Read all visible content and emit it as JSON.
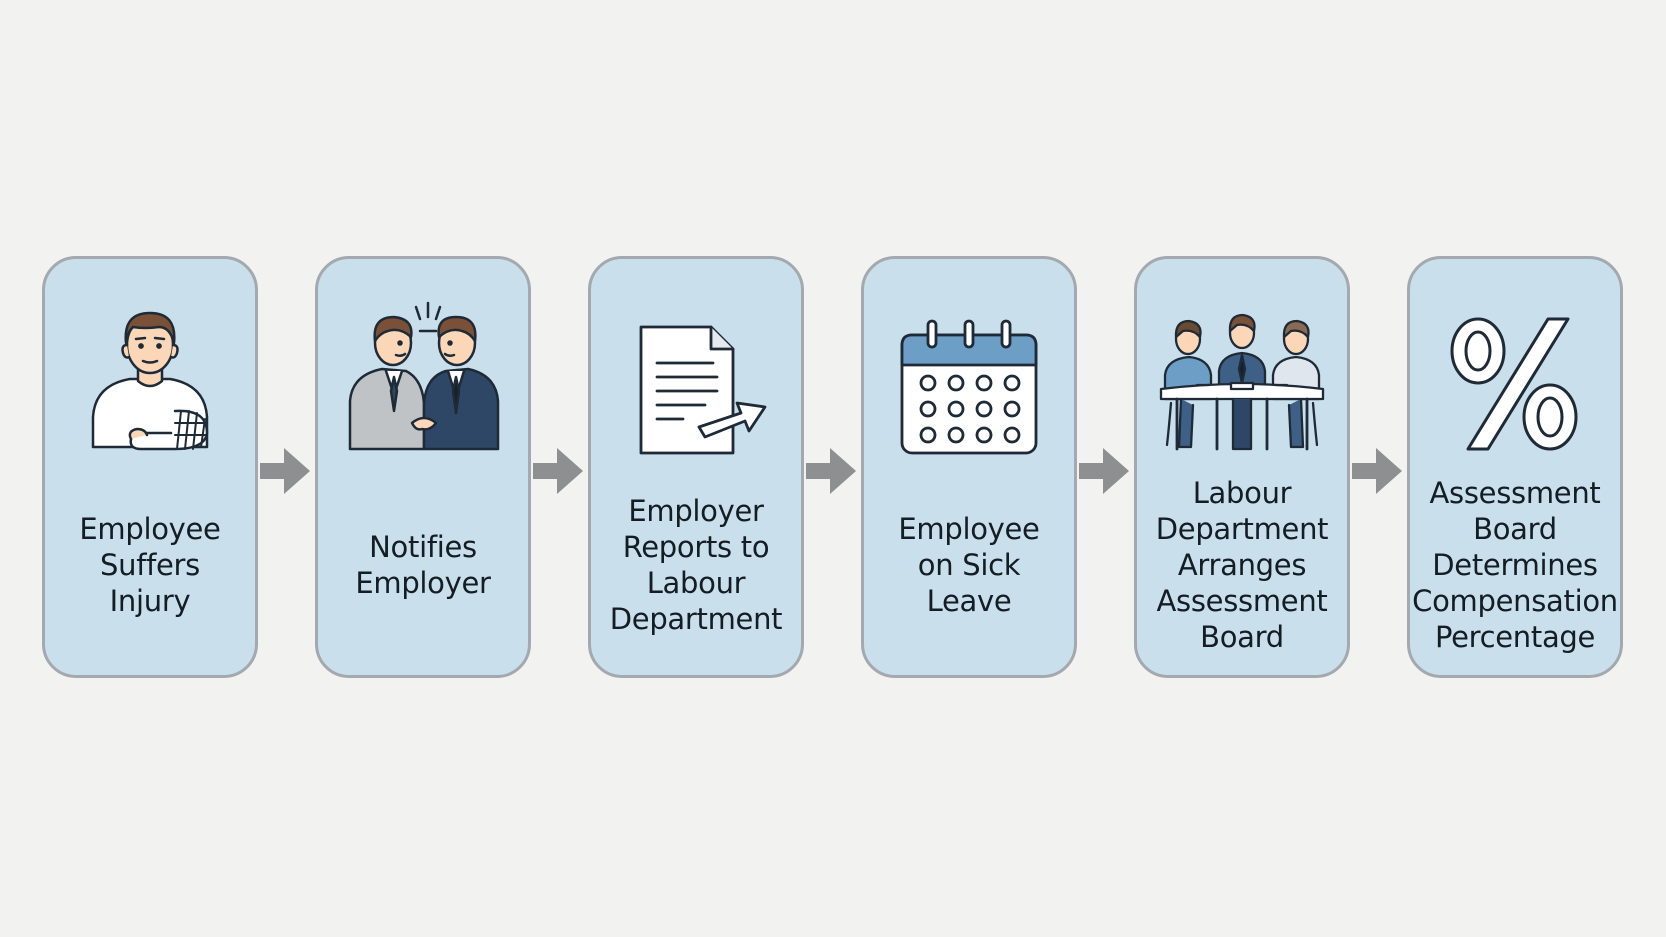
{
  "steps": [
    {
      "icon": "injured-person-icon",
      "label": "Employee\nSuffers\nInjury"
    },
    {
      "icon": "two-people-talking-icon",
      "label": "Notifies\nEmployer"
    },
    {
      "icon": "document-arrow-icon",
      "label": "Employer\nReports to\nLabour\nDepartment"
    },
    {
      "icon": "calendar-icon",
      "label": "Employee\non Sick\nLeave"
    },
    {
      "icon": "meeting-table-icon",
      "label": "Labour\nDepartment\nArranges\nAssessment\nBoard"
    },
    {
      "icon": "percent-icon",
      "label": "Assessment\nBoard\nDetermines\nCompensation\nPercentage"
    }
  ],
  "colors": {
    "background": "#f2f2f1",
    "box_fill": "#c9dfec",
    "box_border": "#a3a9ae",
    "arrow": "#8d8f91",
    "text": "#141c24",
    "icon_stroke": "#1e2a36"
  }
}
